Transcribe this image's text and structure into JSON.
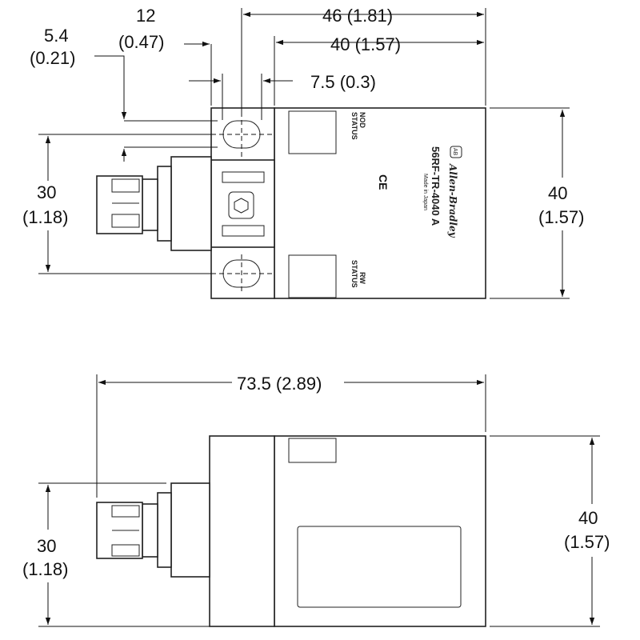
{
  "top_view": {
    "dim_46": "46 (1.81)",
    "dim_40_width": "40 (1.57)",
    "dim_12_mm": "12",
    "dim_12_in": "(0.47)",
    "dim_5_4_mm": "5.4",
    "dim_5_4_in": "(0.21)",
    "dim_7_5": "7.5 (0.3)",
    "dim_30_mm": "30",
    "dim_30_in": "(1.18)",
    "dim_40_height_mm": "40",
    "dim_40_height_in": "(1.57)",
    "label_nod_status": [
      "NOD",
      "STATUS"
    ],
    "label_rw_status": [
      "RW",
      "STATUS"
    ],
    "ce_mark": "CE",
    "brand": "Allen-Bradley",
    "brand_logo": "AB",
    "model": "56RF-TR-4040 A",
    "origin": "Made in Japan"
  },
  "side_view": {
    "dim_73_5": "73.5 (2.89)",
    "dim_30_mm": "30",
    "dim_30_in": "(1.18)",
    "dim_40_mm": "40",
    "dim_40_in": "(1.57)"
  }
}
